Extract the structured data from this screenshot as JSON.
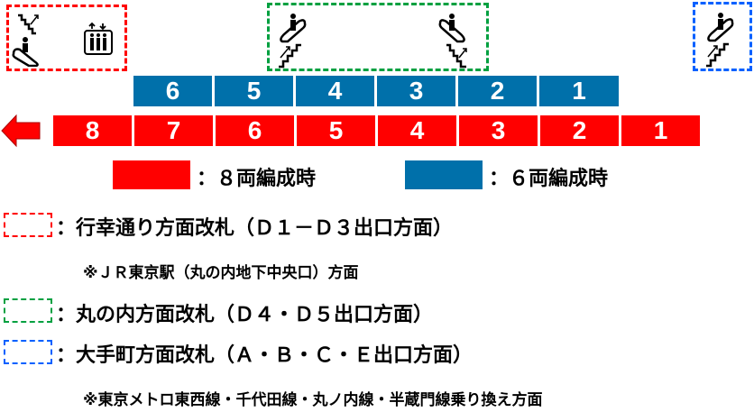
{
  "colors": {
    "eight_car": "#ff0000",
    "six_car": "#0070aa",
    "gate_red": "#ff0000",
    "gate_green": "#00a040",
    "gate_blue": "#0060ff"
  },
  "gates": [
    {
      "color": "red",
      "icons": [
        "stairs-up-icon",
        "escalator-icon",
        "elevator-icon"
      ]
    },
    {
      "color": "green",
      "icons": [
        "escalator-icon",
        "stairs-up-icon",
        "escalator-icon",
        "stairs-up-icon"
      ]
    },
    {
      "color": "blue",
      "icons": [
        "escalator-icon",
        "stairs-up-icon"
      ]
    }
  ],
  "direction": "left",
  "six_car": [
    "6",
    "5",
    "4",
    "3",
    "2",
    "1"
  ],
  "eight_car": [
    "8",
    "7",
    "6",
    "5",
    "4",
    "3",
    "2",
    "1"
  ],
  "legend": {
    "eight": "：８両編成時",
    "six": "：６両編成時"
  },
  "notes": [
    {
      "text": "：行幸通り方面改札（Ｄ１－Ｄ３出口方面）",
      "sub": "※ＪＲ東京駅（丸の内地下中央口）方面"
    },
    {
      "text": "：丸の内方面改札（Ｄ４・Ｄ５出口方面）"
    },
    {
      "text": "：大手町方面改札（Ａ・Ｂ・Ｃ・Ｅ出口方面）",
      "sub": "※東京メトロ東西線・千代田線・丸ノ内線・半蔵門線乗り換え方面"
    }
  ]
}
